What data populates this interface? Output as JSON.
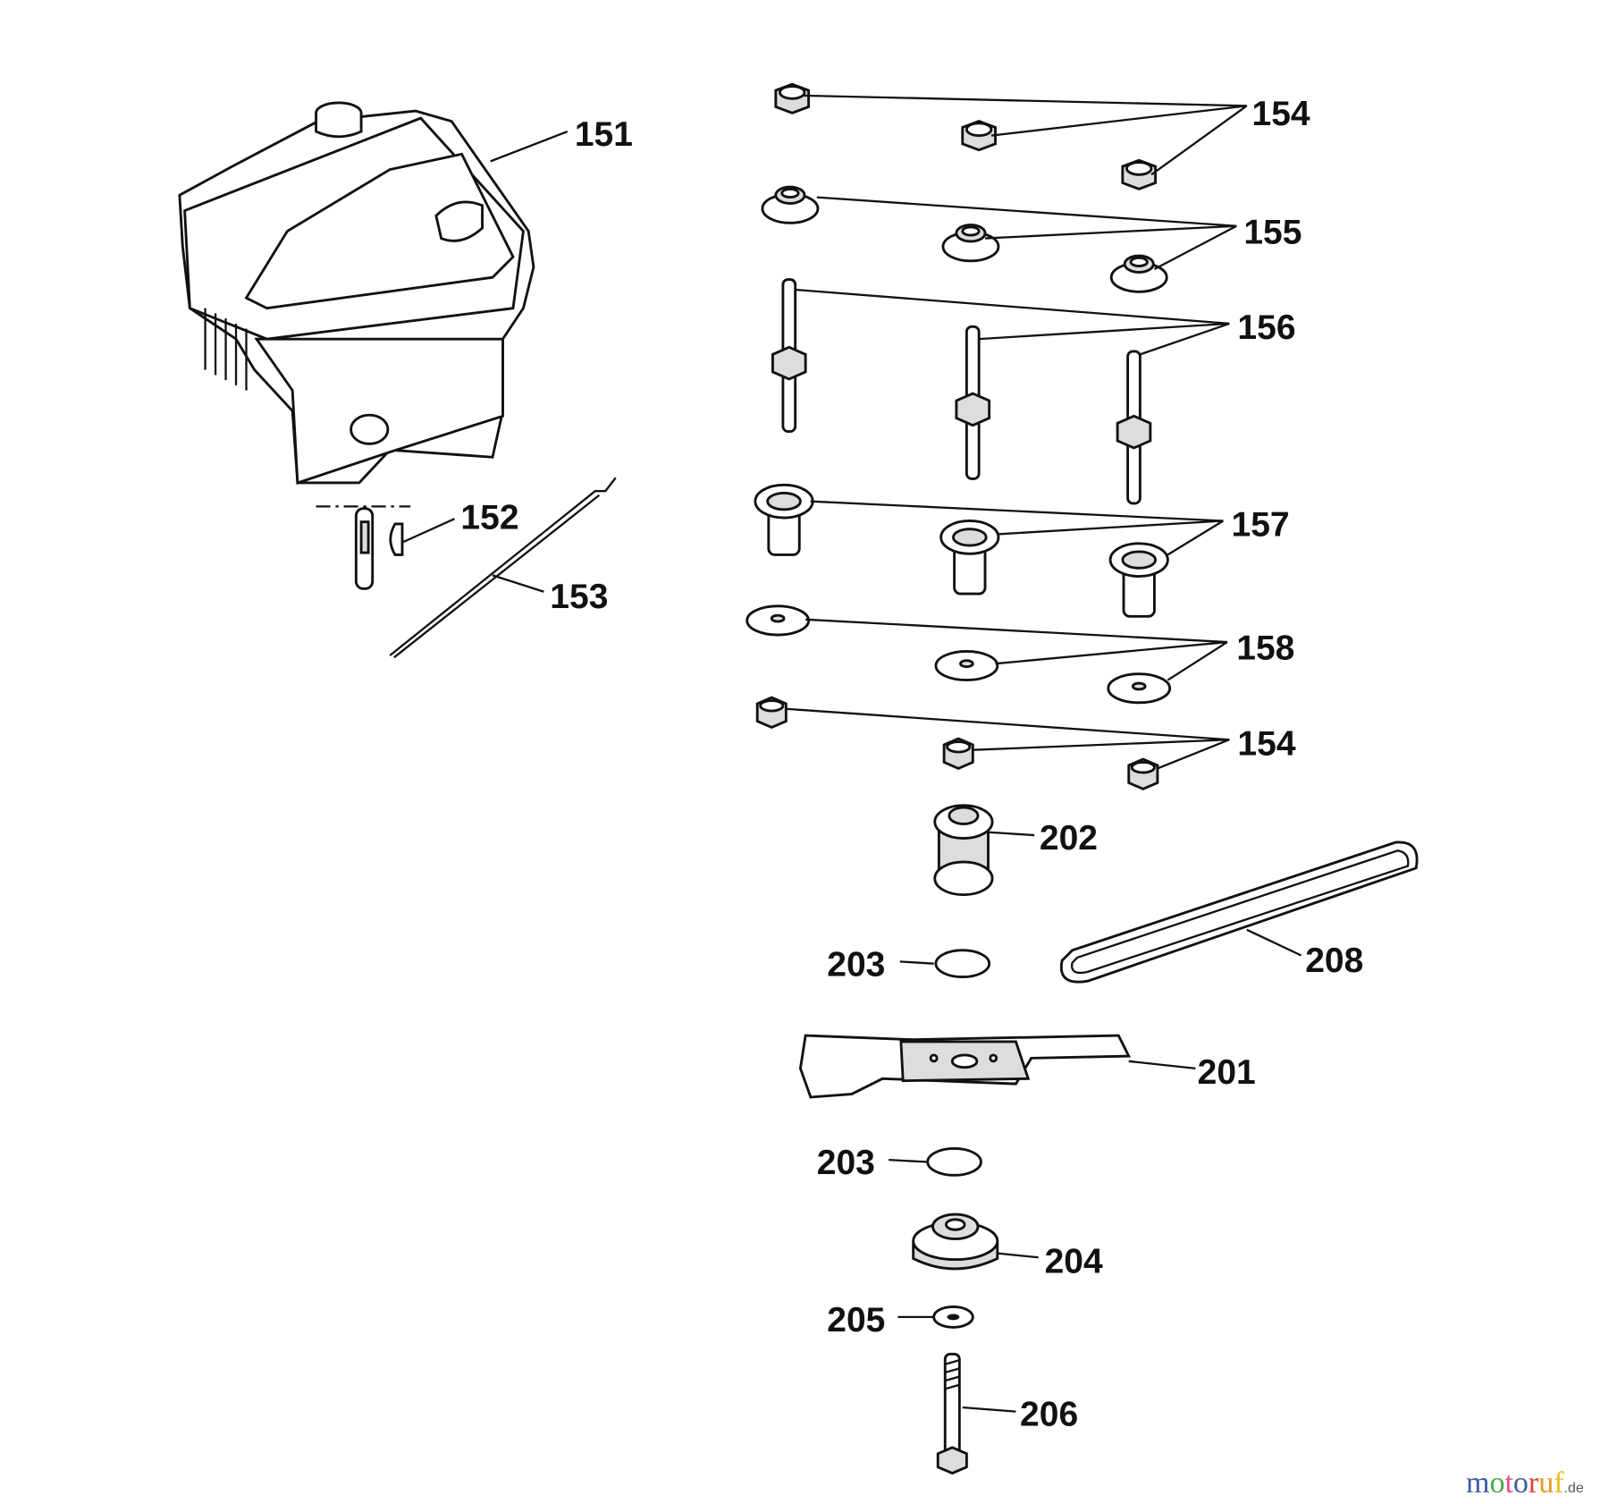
{
  "callouts": {
    "engine": "151",
    "key": "152",
    "wire": "153",
    "nuts_top": "154",
    "spacers": "155",
    "studs": "156",
    "bushings": "157",
    "washers": "158",
    "nuts_bottom": "154",
    "pulley": "202",
    "washer_upper": "203",
    "belt": "208",
    "blade": "201",
    "washer_lower": "203",
    "blade_hub": "204",
    "lock_washer": "205",
    "bolt": "206"
  },
  "logo": {
    "letters": [
      "m",
      "o",
      "t",
      "o",
      "r",
      "u",
      "f"
    ],
    "suffix": ".de",
    "colors": [
      "#3b5ba8",
      "#4aa84a",
      "#e0508a",
      "#3b5ba8",
      "#e04030",
      "#e89a20",
      "#e8c020"
    ]
  }
}
